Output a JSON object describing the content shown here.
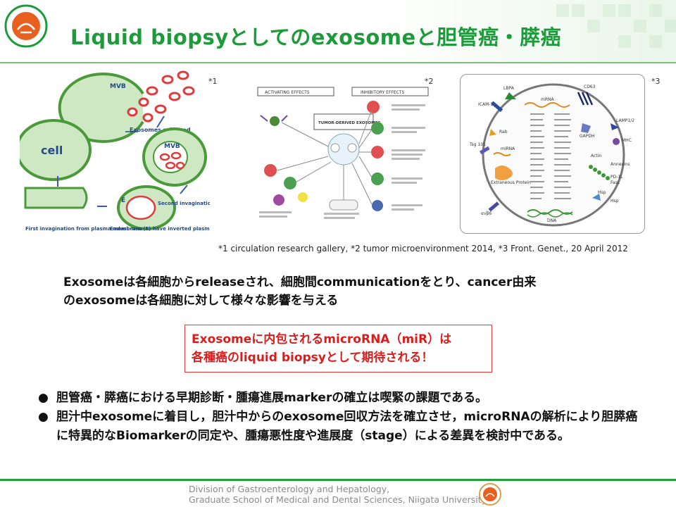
{
  "header": {
    "title": "Liquid biopsyとしてのexosomeと胆管癌・膵癌",
    "logo_icon": "university-seal-icon"
  },
  "figures": {
    "fig1": {
      "ref": "*1",
      "labels": {
        "mvb_top": "MVB",
        "exosomes_released": "Exosomes released",
        "cell": "cell",
        "mvb_mid": "MVB",
        "endosome": "E",
        "second_invag": "Second invagination towards the lumen",
        "first_invag": "First invagination from plasma membrane",
        "endosomes": "Endosomes (E) have inverted plasma membrane"
      }
    },
    "fig2": {
      "ref": "*2",
      "labels": {
        "activating": "ACTIVATING EFFECTS",
        "inhibitory": "INHIBITORY EFFECTS",
        "center": "TUMOR-DERIVED EXOSOMES"
      }
    },
    "fig3": {
      "ref": "*3",
      "labels": {
        "lbpa": "LBPA",
        "mrna": "mRNA",
        "cd63": "CD63",
        "icam": "ICAM-1",
        "lamp": "LAMP1/2",
        "mhc": "MHC",
        "tsg": "Tsg 101",
        "rab": "Rab",
        "gapdh": "GAPDH",
        "annexins": "Annexins",
        "mirna": "miRNA",
        "actin": "Actin",
        "pdl1": "PD-1L",
        "fasl": "FasL",
        "extraneous": "Extraneous Protein",
        "hsp1": "Hsp",
        "hsp2": "Hsp",
        "avb6": "αvβ6",
        "dna": "DNA"
      }
    }
  },
  "caption": "*1 circulation research gallery, *2 tumor microenvironment 2014, *3 Front. Genet., 20 April 2012",
  "summary": {
    "line1": "Exosomeは各細胞からreleaseされ、細胞間communicationをとり、cancer由来",
    "line2": "のexosomeは各細胞に対して様々な影響を与える"
  },
  "callout": {
    "line1": "Exosomeに内包されるmicroRNA（miR）は",
    "line2": "各種癌のliquid biopsyとして期待される！",
    "border_color": "#e23a3a",
    "text_color": "#d81d1d"
  },
  "bullets": [
    {
      "text": "胆管癌・膵癌における早期診断・腫瘍進展markerの確立は喫緊の課題である。"
    },
    {
      "text": "胆汁中exosomeに着目し，胆汁中からのexosome回収方法を確立させ，microRNAの解析により胆膵癌に特異的なBiomarkerの同定や、腫瘍悪性度や進展度（stage）による差異を検討中である。"
    }
  ],
  "footer": {
    "line1": "Division of Gastroenterology and Hepatology,",
    "line2": "Graduate School of Medical and Dental Sciences, Niigata University"
  },
  "colors": {
    "title_green": "#1d9b3a",
    "footer_green": "#23a03c",
    "cell_green": "#5fae3f",
    "exosome_red": "#e03a3a"
  }
}
